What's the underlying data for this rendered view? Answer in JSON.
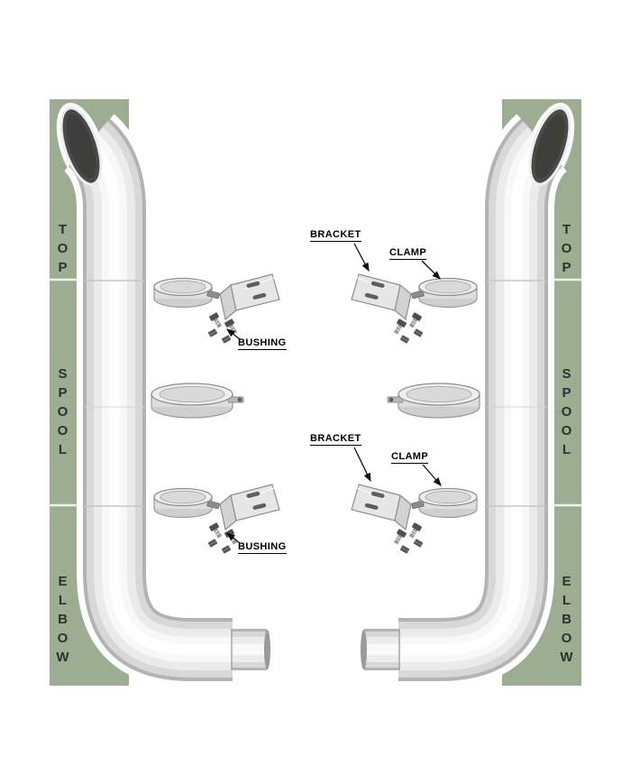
{
  "sections": {
    "top": "TOP",
    "spool": "SPOOL",
    "elbow": "ELBOW"
  },
  "callouts": {
    "bracket": "BRACKET",
    "clamp": "CLAMP",
    "bushing": "BUSHING"
  },
  "colors": {
    "panel_green": "#9cad92",
    "section_label": "#2f2f2f",
    "callout_text": "#000000",
    "pipe_opening": "#4a4a48"
  }
}
